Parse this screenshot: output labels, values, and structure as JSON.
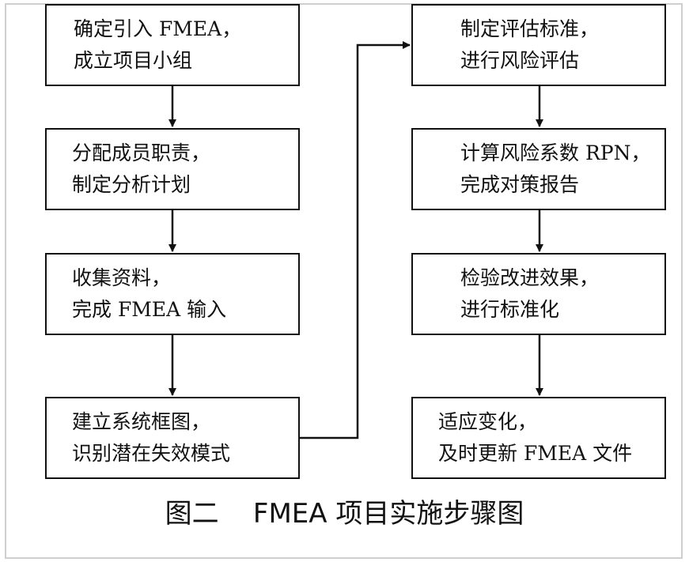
{
  "steps_left": [
    {
      "line1": "确定引入 FMEA，",
      "line2": "成立项目小组"
    },
    {
      "line1": "分配成员职责，",
      "line2": "制定分析计划"
    },
    {
      "line1": "收集资料，",
      "line2": "完成 FMEA 输入"
    },
    {
      "line1": "建立系统框图，",
      "line2": "识别潜在失效模式"
    }
  ],
  "steps_right": [
    {
      "line1": "制定评估标准，",
      "line2": "进行风险评估"
    },
    {
      "line1": "计算风险系数 RPN，",
      "line2": "完成对策报告"
    },
    {
      "line1": "检验改进效果，",
      "line2": "进行标准化"
    },
    {
      "line1": "适应变化，",
      "line2": "及时更新 FMEA 文件"
    }
  ],
  "caption": "图二    FMEA 项目实施步骤图"
}
